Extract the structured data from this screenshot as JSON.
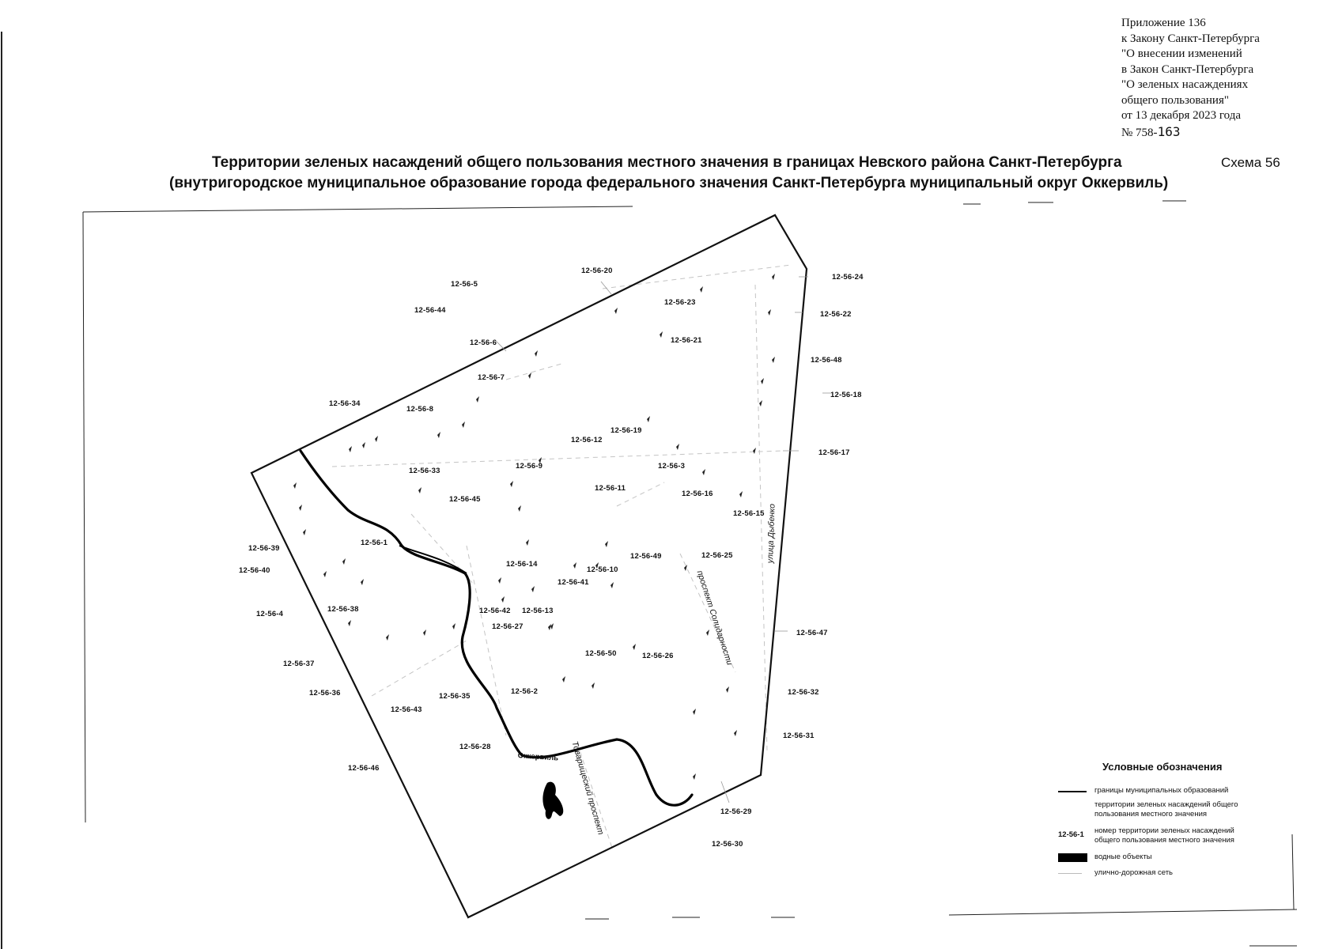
{
  "appendix": {
    "line1": "Приложение 136",
    "line2": "к Закону Санкт-Петербурга",
    "line3": "\"О внесении  изменений",
    "line4": "в Закон Санкт-Петербурга",
    "line5": "\"О зеленых насаждениях",
    "line6": "общего пользования\"",
    "line7": "от 13 декабря 2023 года",
    "number_prefix": "№ 758-",
    "number_hand": "163"
  },
  "title": {
    "line1": "Территории зеленых насаждений общего пользования местного значения в границах Невского района Санкт-Петербурга",
    "line2": "(внутригородское муниципальное образование города федерального значения Санкт-Петербурга муниципальный округ Оккервиль)"
  },
  "scheme_label": "Схема 56",
  "map": {
    "colors": {
      "boundary": "#111111",
      "water": "#000000",
      "streets": "#bdbdbd",
      "arrows": "#222222"
    },
    "labels": [
      {
        "text": "12-56-5"
      },
      {
        "text": "12-56-20"
      },
      {
        "text": "12-56-24"
      },
      {
        "text": "12-56-44"
      },
      {
        "text": "12-56-23"
      },
      {
        "text": "12-56-22"
      },
      {
        "text": "12-56-6"
      },
      {
        "text": "12-56-21"
      },
      {
        "text": "12-56-48"
      },
      {
        "text": "12-56-7"
      },
      {
        "text": "12-56-18"
      },
      {
        "text": "12-56-34"
      },
      {
        "text": "12-56-8"
      },
      {
        "text": "12-56-19"
      },
      {
        "text": "12-56-12"
      },
      {
        "text": "12-56-17"
      },
      {
        "text": "12-56-33"
      },
      {
        "text": "12-56-9"
      },
      {
        "text": "12-56-3"
      },
      {
        "text": "12-56-11"
      },
      {
        "text": "12-56-16"
      },
      {
        "text": "12-56-45"
      },
      {
        "text": "12-56-15"
      },
      {
        "text": "12-56-1"
      },
      {
        "text": "12-56-39"
      },
      {
        "text": "12-56-49"
      },
      {
        "text": "12-56-25"
      },
      {
        "text": "12-56-40"
      },
      {
        "text": "12-56-14"
      },
      {
        "text": "12-56-10"
      },
      {
        "text": "12-56-41"
      },
      {
        "text": "12-56-4"
      },
      {
        "text": "12-56-38"
      },
      {
        "text": "12-56-42"
      },
      {
        "text": "12-56-13"
      },
      {
        "text": "12-56-27"
      },
      {
        "text": "12-56-47"
      },
      {
        "text": "12-56-37"
      },
      {
        "text": "12-56-50"
      },
      {
        "text": "12-56-26"
      },
      {
        "text": "12-56-36"
      },
      {
        "text": "12-56-35"
      },
      {
        "text": "12-56-2"
      },
      {
        "text": "12-56-32"
      },
      {
        "text": "12-56-43"
      },
      {
        "text": "12-56-31"
      },
      {
        "text": "12-56-28"
      },
      {
        "text": "12-56-46"
      },
      {
        "text": "12-56-29"
      },
      {
        "text": "12-56-30"
      }
    ],
    "streets": {
      "solidarnosti": "проспект Солидарности",
      "dybenko": "улица Дыбенко",
      "tovarishchesky": "Товарищеский проспект",
      "okkervil": "Оккервиль"
    }
  },
  "legend": {
    "title": "Условные обозначения",
    "boundary": "границы муниципальных образований",
    "green_line1": "территории зеленых насаждений общего",
    "green_line2": "пользования местного значения",
    "code_example": "12-56-1",
    "code_line1": "номер территории зеленых насаждений",
    "code_line2": "общего пользования местного значения",
    "water": "водные объекты",
    "roads": "улично-дорожная сеть"
  }
}
